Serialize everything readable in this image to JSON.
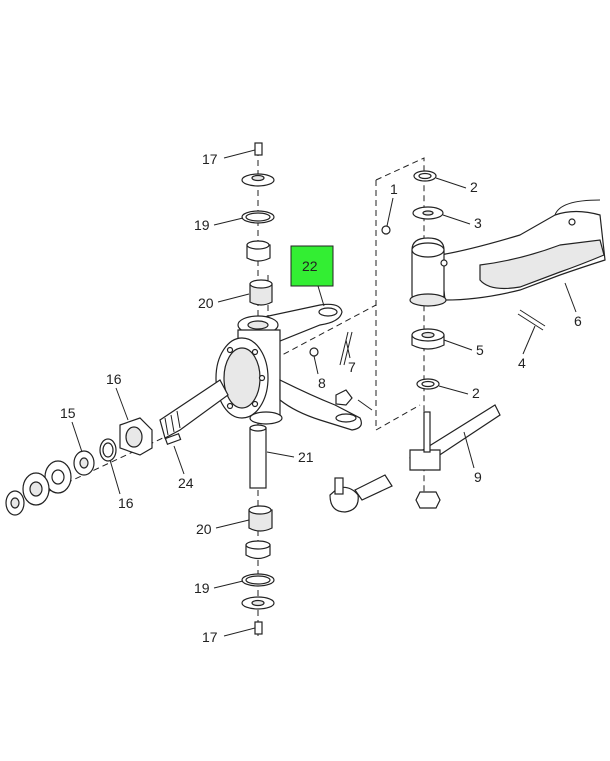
{
  "diagram": {
    "highlight_color": "#33ee33",
    "line_color": "#222222",
    "callouts": {
      "c1": "1",
      "c2a": "2",
      "c2b": "2",
      "c3": "3",
      "c4": "4",
      "c5": "5",
      "c6": "6",
      "c7": "7",
      "c8": "8",
      "c9": "9",
      "c15": "15",
      "c16a": "16",
      "c16b": "16",
      "c17a": "17",
      "c17b": "17",
      "c19a": "19",
      "c19b": "19",
      "c20a": "20",
      "c20b": "20",
      "c21": "21",
      "c22": "22",
      "c24": "24"
    }
  }
}
